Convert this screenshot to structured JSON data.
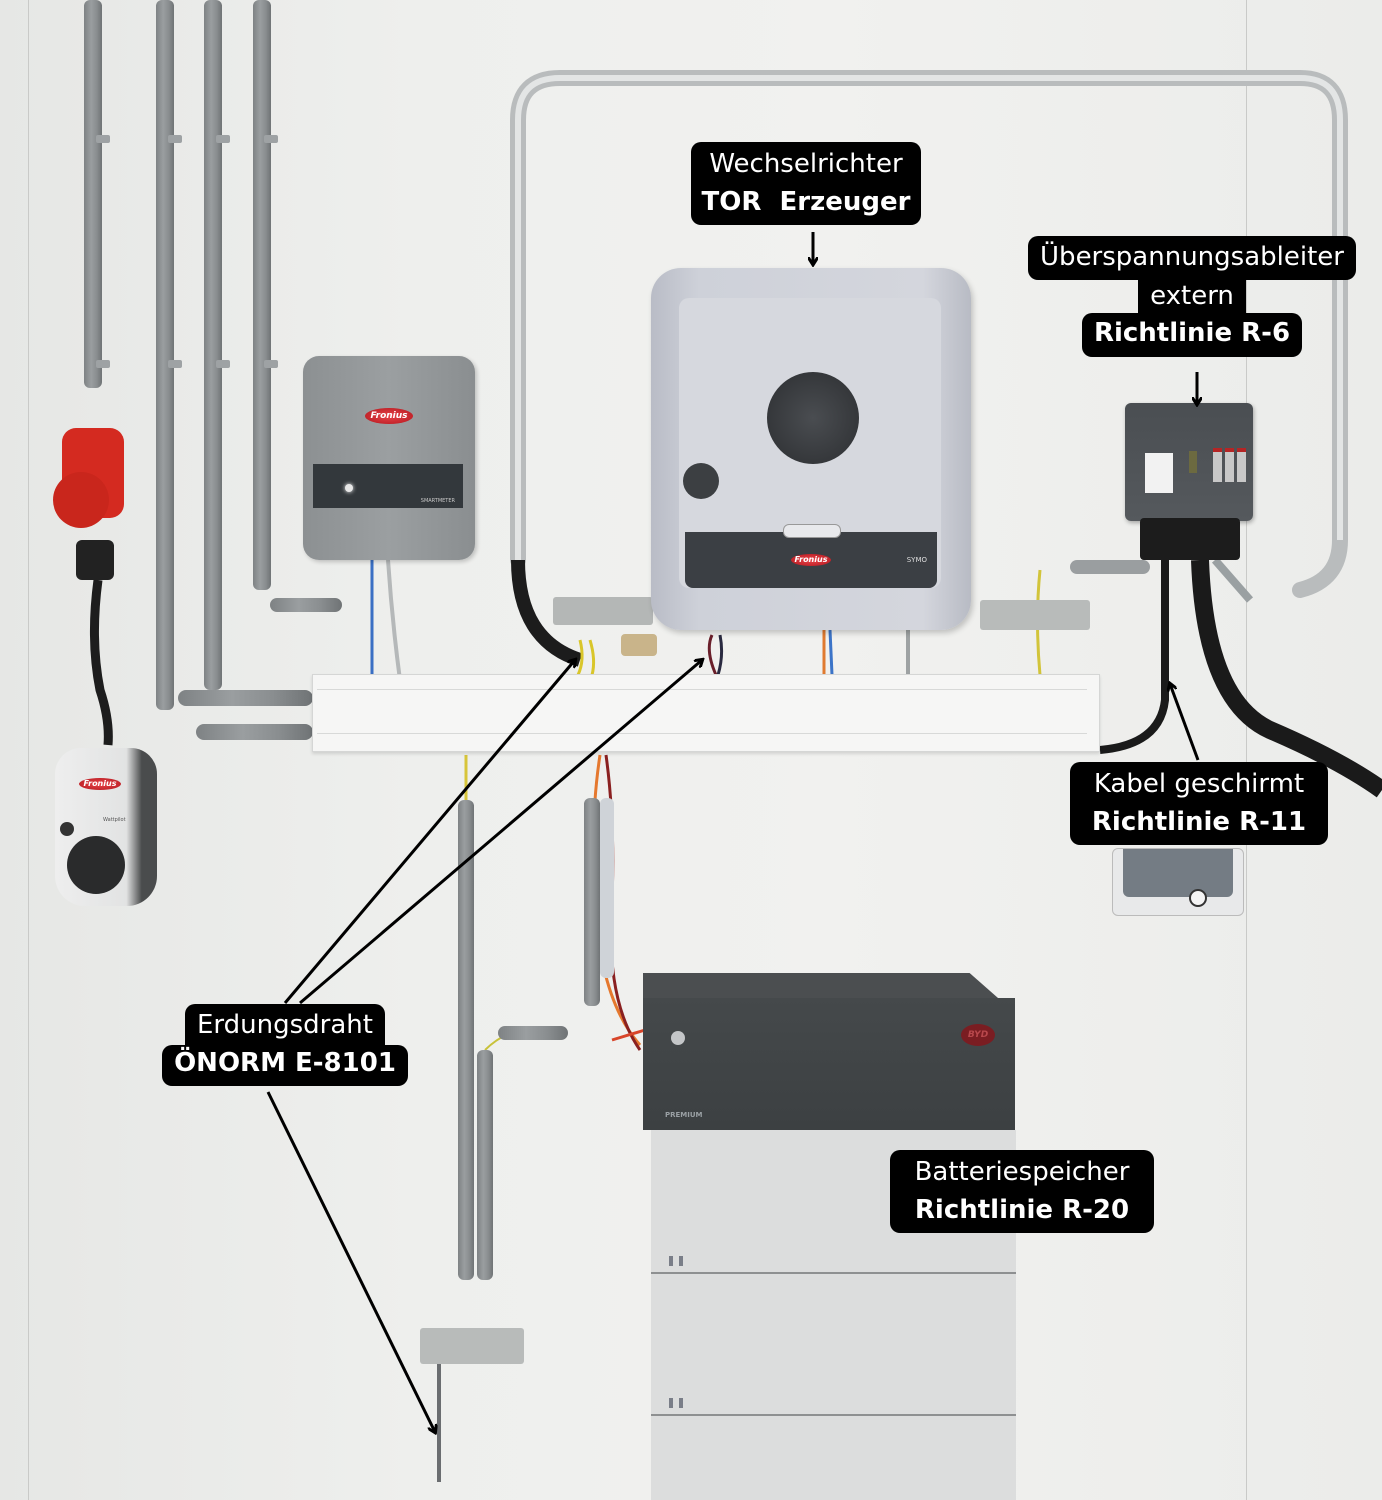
{
  "scene": {
    "description": "Wall-mounted PV system installation with annotated components"
  },
  "labels": {
    "inverter": {
      "line1": "Wechselrichter",
      "line2": "TOR  Erzeuger"
    },
    "surge_arrester": {
      "line1": "Überspannungsableiter",
      "line2": "extern",
      "line3": "Richtlinie R-6"
    },
    "shielded_cable": {
      "line1": "Kabel geschirmt",
      "line2": "Richtlinie R-11"
    },
    "grounding_wire": {
      "line1": "Erdungsdraht",
      "line2": "ÖNORM E-8101"
    },
    "battery": {
      "line1": "Batteriespeicher",
      "line2": "Richtlinie R-20"
    }
  },
  "devices": {
    "smart_meter": {
      "brand": "Fronius",
      "model": "SMARTMETER"
    },
    "inverter": {
      "brand": "Fronius",
      "model": "SYMO"
    },
    "wallbox": {
      "brand": "Fronius",
      "model": "Wattpilot"
    },
    "battery": {
      "model": "PREMIUM",
      "brand": "BYD"
    }
  },
  "colors": {
    "label_bg": "#000000",
    "label_text": "#ffffff",
    "brand_red": "#c81d25",
    "cee_plug_red": "#d42a20"
  }
}
